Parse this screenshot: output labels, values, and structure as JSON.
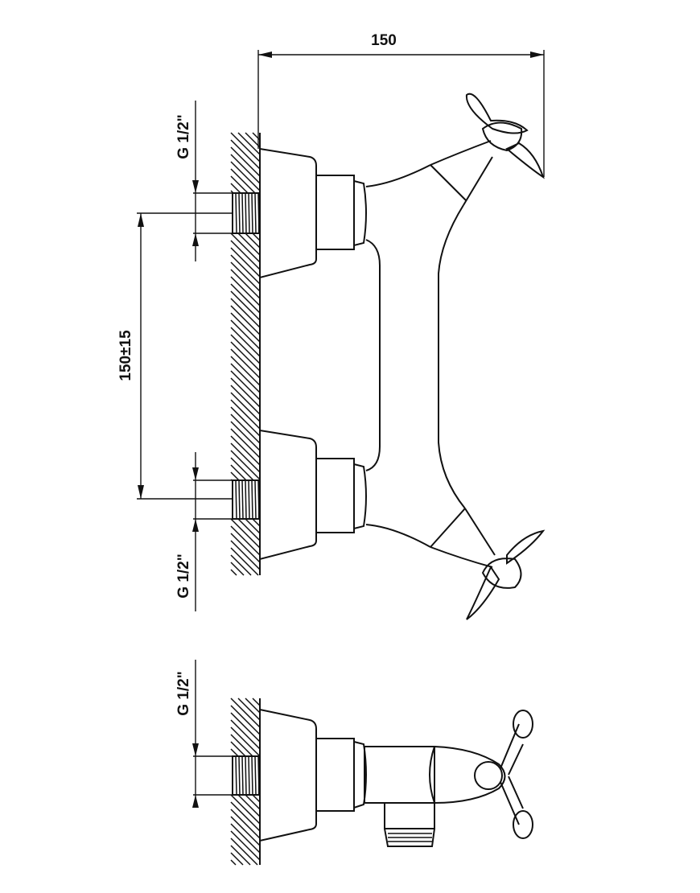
{
  "dimensions": {
    "width": "150",
    "center_distance": "150±15",
    "thread_top": "G 1/2\"",
    "thread_middle": "G 1/2\"",
    "thread_bottom": "G 1/2\""
  },
  "colors": {
    "line": "#111111",
    "background": "#ffffff"
  }
}
